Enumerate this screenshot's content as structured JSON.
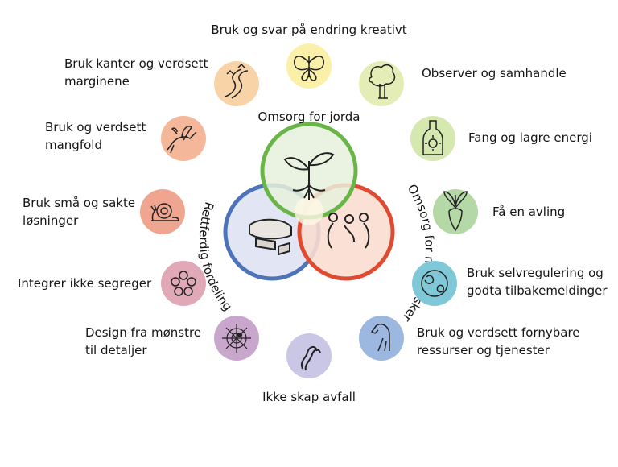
{
  "center": {
    "top_label": "Omsorg for jorda",
    "left_label": "Rettferdig fordeling",
    "right_label": "Omsorg for mennesker"
  },
  "principles": [
    {
      "id": "p1",
      "text": "Observer og samhandle",
      "color": "#e4edb6",
      "icon": "tree-icon"
    },
    {
      "id": "p2",
      "text": "Fang og lagre energi",
      "color": "#d5e8b0",
      "icon": "bottle-sun-icon"
    },
    {
      "id": "p3",
      "text": "Få en avling",
      "color": "#b5d9a6",
      "icon": "radish-icon"
    },
    {
      "id": "p4",
      "text": "Bruk selvregulering og godta tilbakemeldinger",
      "color": "#7fc8d8",
      "icon": "globe-icon"
    },
    {
      "id": "p5",
      "text": "Bruk og verdsett fornybare ressurser og tjenester",
      "color": "#9db8e0",
      "icon": "horse-icon"
    },
    {
      "id": "p6",
      "text": "Ikke skap avfall",
      "color": "#c9c6e6",
      "icon": "worm-icon"
    },
    {
      "id": "p7",
      "text": "Design fra mønstre til detaljer",
      "color": "#c9a6cc",
      "icon": "spiderweb-icon"
    },
    {
      "id": "p8",
      "text": "Integrer ikke segreger",
      "color": "#e1a9b8",
      "icon": "circles-icon"
    },
    {
      "id": "p9",
      "text": "Bruk små og sakte løsninger",
      "color": "#efa58f",
      "icon": "snail-icon"
    },
    {
      "id": "p10",
      "text": "Bruk og verdsett mangfold",
      "color": "#f5b79a",
      "icon": "hummingbird-icon"
    },
    {
      "id": "p11",
      "text": "Bruk kanter og verdsett marginene",
      "color": "#f9d3a8",
      "icon": "river-icon"
    },
    {
      "id": "p12",
      "text": "Bruk og svar på endring kreativt",
      "color": "#fbf0a8",
      "icon": "butterfly-icon"
    }
  ],
  "colors": {
    "earth_ring": "#6ab547",
    "earth_fill": "#e6f1dc",
    "fair_ring": "#4d73b8",
    "fair_fill": "#e2e5f4",
    "people_ring": "#e04a30",
    "people_fill": "#f9ddd0"
  }
}
